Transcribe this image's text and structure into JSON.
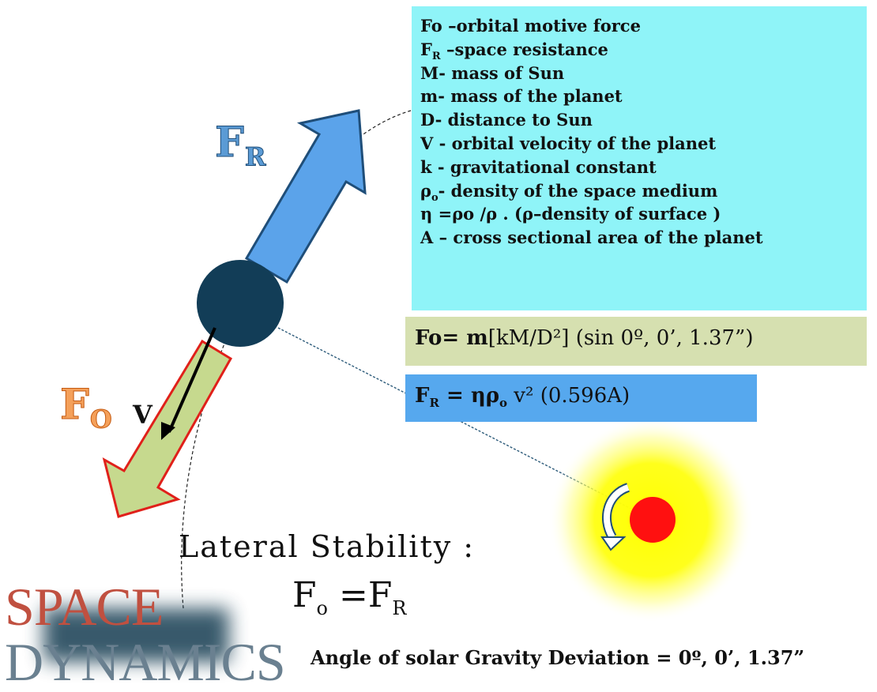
{
  "legend": {
    "items": [
      {
        "symbol": "Fo",
        "sub": "",
        "text": " –orbital motive force"
      },
      {
        "symbol": "F",
        "sub": "R",
        "text": " –space resistance"
      },
      {
        "symbol": "M",
        "sub": "",
        "text": "- mass of Sun"
      },
      {
        "symbol": "m",
        "sub": "",
        "text": "- mass of the planet"
      },
      {
        "symbol": "D",
        "sub": "",
        "text": "-  distance to Sun"
      },
      {
        "symbol": "V",
        "sub": "",
        "text": " - orbital velocity of the planet"
      },
      {
        "symbol": "k",
        "sub": "",
        "text": " -  gravitational constant"
      },
      {
        "symbol": "ρ",
        "sub": "o",
        "text": "- density of the space medium"
      },
      {
        "symbol": "η",
        "sub": "",
        "text": " =ρo  /ρ . (ρ–density of surface )"
      },
      {
        "symbol": "A",
        "sub": "",
        "text": " – cross sectional area of the planet"
      }
    ]
  },
  "equations": {
    "fo_lhs": "Fo= m",
    "fo_rhs": "[kM/D²] (sin 0º, 0’, 1.37”)",
    "fr_lhs": "F",
    "fr_sub": "R",
    "fr_eq": " = ηρ",
    "fr_sub2": "o",
    "fr_rhs": " v² (0.596A)"
  },
  "labels": {
    "fr_main": "F",
    "fr_sub": "R",
    "fo_main": "F",
    "fo_sub": "O",
    "velocity": "V"
  },
  "stability": {
    "title": "Lateral Stability :",
    "lhs": "F",
    "lhs_sub": "o",
    "eq": " =F",
    "rhs_sub": "R"
  },
  "angle_text": "Angle of solar Gravity Deviation = 0º, 0’, 1.37”",
  "brand": {
    "line1": "SPACE",
    "line2": "DYNAMICS"
  },
  "colors": {
    "legend_bg": "#8ff4f8",
    "fo_box_bg": "#d6e0b0",
    "fr_box_bg": "#56a8ee",
    "fr_arrow": "#5ba3ea",
    "fo_arrow": "#c6d98e",
    "fo_arrow_border": "#e0201a",
    "planet": "#123d57",
    "sun_core": "#ff1010",
    "sun_glow": "#ffff00"
  }
}
